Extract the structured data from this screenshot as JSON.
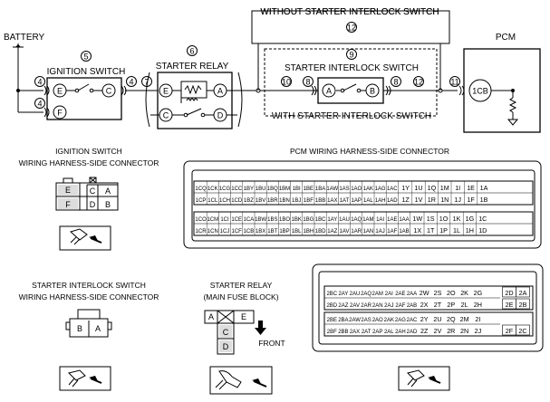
{
  "schematic": {
    "battery": "BATTERY",
    "pcm": "PCM",
    "ignition_switch": "IGNITION SWITCH",
    "starter_relay": "STARTER RELAY",
    "starter_interlock_switch": "STARTER INTERLOCK SWITCH",
    "without_interlock": "WITHOUT STARTER INTERLOCK SWITCH",
    "with_interlock": "WITH STARTER INTERLOCK SWITCH",
    "callouts": [
      "4",
      "4",
      "4",
      "5",
      "6",
      "7",
      "8",
      "8",
      "9",
      "10",
      "11",
      "12",
      "12"
    ],
    "pins": {
      "e": "E",
      "f": "F",
      "c": "C",
      "a": "A",
      "d": "D",
      "b": "B",
      "cb": "1CB"
    }
  },
  "connectors": {
    "ignition_title_1": "IGNITION SWITCH",
    "ignition_title_2": "WIRING HARNESS-SIDE CONNECTOR",
    "ignition_cells": [
      "E",
      "C",
      "A",
      "F",
      "D",
      "B"
    ],
    "pcm_title": "PCM WIRING HARNESS-SIDE CONNECTOR",
    "interlock_title_1": "STARTER INTERLOCK SWITCH",
    "interlock_title_2": "WIRING HARNESS-SIDE CONNECTOR",
    "interlock_cells": [
      "B",
      "A"
    ],
    "relay_title_1": "STARTER RELAY",
    "relay_title_2": "(MAIN FUSE BLOCK)",
    "relay_cells": [
      "A",
      "E",
      "C",
      "D"
    ],
    "front": "FRONT"
  },
  "pcm_rows": [
    [
      "1CQ",
      "1CK",
      "1CG",
      "1CC",
      "1BY",
      "1BU",
      "1BQ",
      "1BM",
      "1BI",
      "1BE",
      "1BA",
      "1AW",
      "1AS",
      "1AO",
      "1AK",
      "1AG",
      "1AC",
      "1Y",
      "1U",
      "1Q",
      "1M",
      "1I",
      "1E",
      "1A"
    ],
    [
      "1CP",
      "1CL",
      "1CH",
      "1CD",
      "1BZ",
      "1BV",
      "1BR",
      "1BN",
      "1BJ",
      "1BF",
      "1BB",
      "1AX",
      "1AT",
      "1AP",
      "1AL",
      "1AH",
      "1AD",
      "1Z",
      "1V",
      "1R",
      "1N",
      "1J",
      "1F",
      "1B"
    ],
    [
      "1CO",
      "1CM",
      "1CI",
      "1CE",
      "1CA",
      "1BW",
      "1BS",
      "1BO",
      "1BK",
      "1BG",
      "1BC",
      "1AY",
      "1AU",
      "1AQ",
      "1AM",
      "1AI",
      "1AE",
      "1AA",
      "1W",
      "1S",
      "1O",
      "1K",
      "1G",
      "1C"
    ],
    [
      "1CR",
      "1CN",
      "1CJ",
      "1CF",
      "1CB",
      "1BX",
      "1BT",
      "1BP",
      "1BL",
      "1BH",
      "1BD",
      "1AZ",
      "1AV",
      "1AR",
      "1AN",
      "1AJ",
      "1AF",
      "1AB",
      "1X",
      "1T",
      "1P",
      "1L",
      "1H",
      "1D"
    ]
  ],
  "pcm2_rows": [
    [
      "2BC",
      "2AY",
      "2AU",
      "2AQ",
      "2AM",
      "2AI",
      "2AE",
      "2AA",
      "2W",
      "2S",
      "2O",
      "2K",
      "2G",
      "2D",
      "2A"
    ],
    [
      "2BD",
      "2AZ",
      "2AV",
      "2AR",
      "2AN",
      "2AJ",
      "2AF",
      "2AB",
      "2X",
      "2T",
      "2P",
      "2L",
      "2H",
      "2E",
      "2B"
    ],
    [
      "2BE",
      "2BA",
      "2AW",
      "2AS",
      "2AO",
      "2AK",
      "2AG",
      "2AC",
      "2Y",
      "2U",
      "2Q",
      "2M",
      "2I"
    ],
    [
      "2BF",
      "2BB",
      "2AX",
      "2AT",
      "2AP",
      "2AL",
      "2AH",
      "2AD",
      "2Z",
      "2V",
      "2R",
      "2N",
      "2J",
      "2F",
      "2C"
    ]
  ]
}
